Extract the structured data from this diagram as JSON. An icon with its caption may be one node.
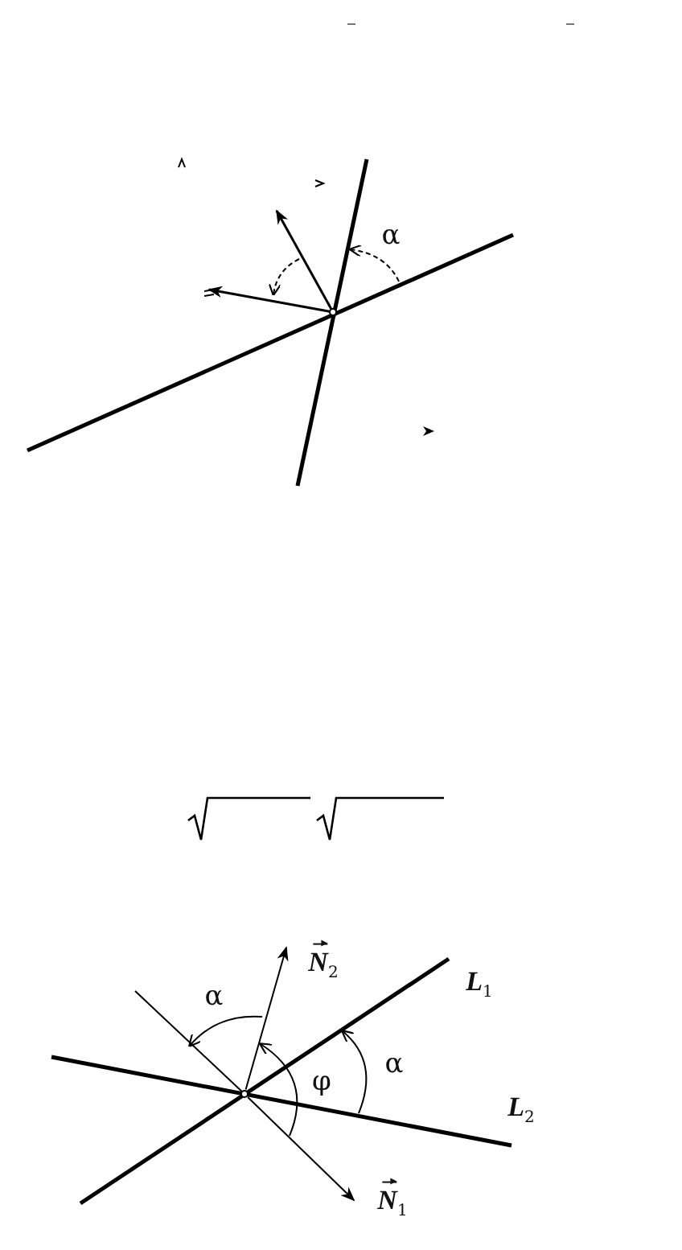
{
  "diagram": {
    "nodes": [
      {
        "text": [],
        "shape": "circle"
      },
      {
        "text": [
          "**N**$_{2}$"
        ]
      },
      {
        "text": [
          "**N**$_{1}$"
        ]
      }
    ],
    "edges": [
      {
        "from": 0,
        "to": 1,
        "arrow": "to"
      },
      {
        "from": 0,
        "to": 2,
        "arrow": "to"
      }
    ],
    "labels": [
      "α",
      "**L**$_{1}$",
      "α",
      "φ",
      "α",
      "**L**$_{2}$"
    ]
  }
}
